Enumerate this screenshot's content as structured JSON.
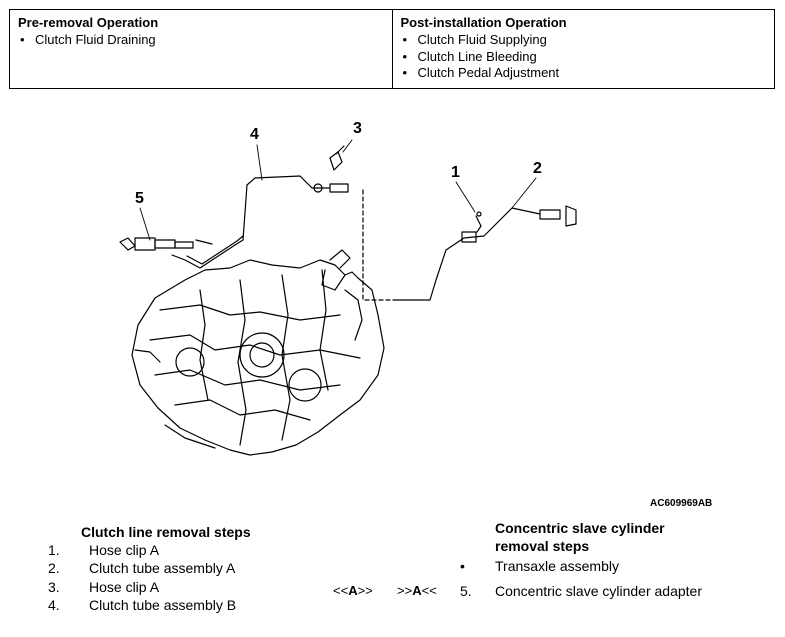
{
  "header": {
    "pre": {
      "title": "Pre-removal Operation",
      "items": [
        "Clutch Fluid Draining"
      ]
    },
    "post": {
      "title": "Post-installation Operation",
      "items": [
        "Clutch Fluid Supplying",
        "Clutch Line Bleeding",
        "Clutch Pedal Adjustment"
      ]
    }
  },
  "figure": {
    "callouts": [
      "4",
      "3",
      "5",
      "1",
      "2"
    ],
    "figure_id": "AC609969AB"
  },
  "clutch_line": {
    "title": "Clutch line removal steps",
    "steps": [
      {
        "num": "1.",
        "text": "Hose clip A"
      },
      {
        "num": "2.",
        "text": "Clutch tube assembly A"
      },
      {
        "num": "3.",
        "text": "Hose clip A"
      },
      {
        "num": "4.",
        "text": "Clutch tube assembly B"
      }
    ]
  },
  "slave_cylinder": {
    "title_line1": "Concentric slave cylinder",
    "title_line2": "removal steps",
    "bullet": "•",
    "steps": [
      {
        "num": "",
        "text": "Transaxle assembly"
      },
      {
        "num": "5.",
        "text": "Concentric slave cylinder adapter"
      }
    ],
    "marks": {
      "left_pre": "<<",
      "left_letter": "A",
      "left_post": ">>",
      "right_pre": ">>",
      "right_letter": "A",
      "right_post": "<<"
    }
  }
}
